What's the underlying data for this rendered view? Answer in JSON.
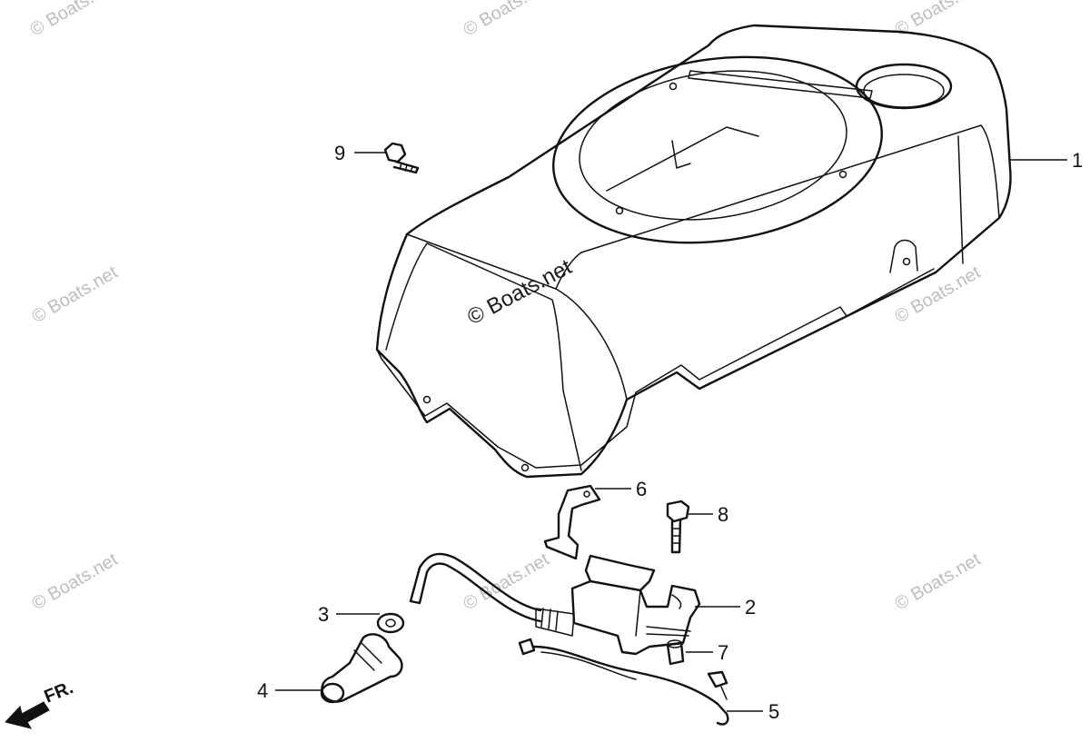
{
  "watermark": "© Boats.net",
  "direction_label": "FR.",
  "callouts": [
    {
      "num": "1"
    },
    {
      "num": "2"
    },
    {
      "num": "3"
    },
    {
      "num": "4"
    },
    {
      "num": "5"
    },
    {
      "num": "6"
    },
    {
      "num": "7"
    },
    {
      "num": "8"
    },
    {
      "num": "9"
    }
  ],
  "colors": {
    "line": "#111111",
    "watermark": "#bdbdbd",
    "background": "#ffffff"
  }
}
